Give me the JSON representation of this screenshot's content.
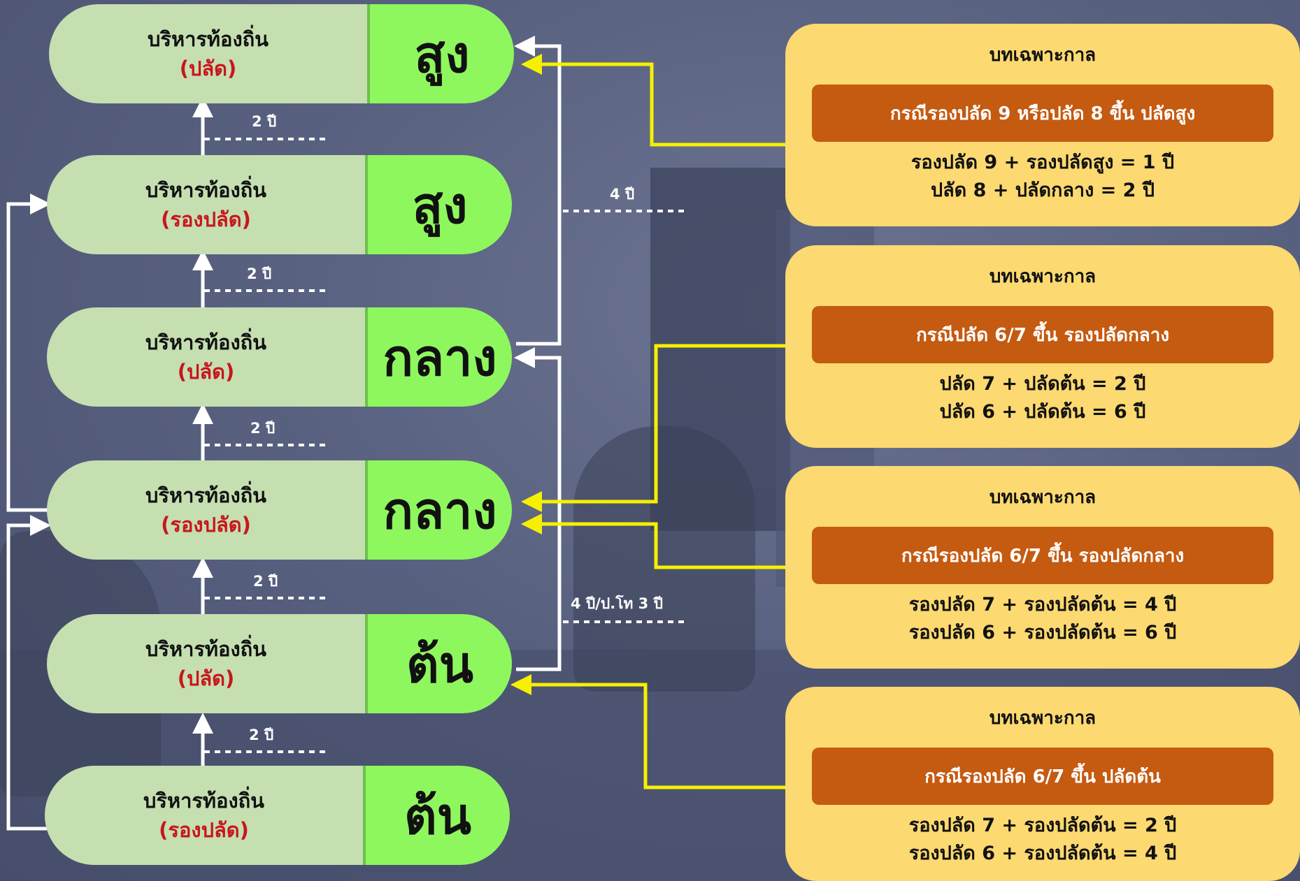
{
  "levels": [
    {
      "title": "บริหารท้องถิ่น",
      "position": "(ปลัด)",
      "grade": "สูง"
    },
    {
      "title": "บริหารท้องถิ่น",
      "position": "(รองปลัด)",
      "grade": "สูง"
    },
    {
      "title": "บริหารท้องถิ่น",
      "position": "(ปลัด)",
      "grade": "กลาง"
    },
    {
      "title": "บริหารท้องถิ่น",
      "position": "(รองปลัด)",
      "grade": "กลาง"
    },
    {
      "title": "บริหารท้องถิ่น",
      "position": "(ปลัด)",
      "grade": "ต้น"
    },
    {
      "title": "บริหารท้องถิ่น",
      "position": "(รองปลัด)",
      "grade": "ต้น"
    }
  ],
  "durations": {
    "step": "2 ปี",
    "mid_to_high": "4 ปี",
    "low_to_mid": "4 ปี/ป.โท 3 ปี"
  },
  "cards": [
    {
      "title": "บทเฉพาะกาล",
      "case": "กรณีรองปลัด 9 หรือปลัด 8 ขึ้น ปลัดสูง",
      "lines": [
        "รองปลัด 9 + รองปลัดสูง = 1 ปี",
        "ปลัด 8 + ปลัดกลาง = 2 ปี"
      ]
    },
    {
      "title": "บทเฉพาะกาล",
      "case": "กรณีปลัด 6/7 ขึ้น รองปลัดกลาง",
      "lines": [
        "ปลัด 7 + ปลัดต้น = 2 ปี",
        "ปลัด 6 + ปลัดต้น = 6 ปี"
      ]
    },
    {
      "title": "บทเฉพาะกาล",
      "case": "กรณีรองปลัด 6/7 ขึ้น รองปลัดกลาง",
      "lines": [
        "รองปลัด 7 + รองปลัดต้น = 4 ปี",
        "รองปลัด 6 + รองปลัดต้น = 6 ปี"
      ]
    },
    {
      "title": "บทเฉพาะกาล",
      "case": "กรณีรองปลัด 6/7 ขึ้น ปลัดต้น",
      "lines": [
        "รองปลัด 7 + รองปลัดต้น = 2 ปี",
        "รองปลัด 6 + รองปลัดต้น = 4 ปี"
      ]
    }
  ],
  "colors": {
    "pill_left": "#c5dfb1",
    "pill_right": "#8ef75e",
    "position_text": "#c8161d",
    "card": "#fcd971",
    "banner": "#c55a11",
    "connector_white": "#ffffff",
    "connector_yellow": "#f6f000",
    "background": "#596180"
  }
}
